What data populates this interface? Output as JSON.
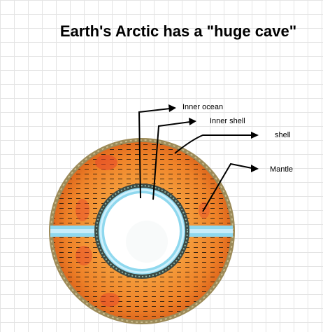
{
  "diagram": {
    "title": "Earth's Arctic has a \"huge cave\"",
    "labels": {
      "inner_ocean": "Inner ocean",
      "inner_shell": "Inner shell",
      "shell": "shell",
      "mantle": "Mantle"
    },
    "colors": {
      "mantle": "#f08a2a",
      "mantle_dark": "#e0621f",
      "hot_spot": "#e8452a",
      "crust": "#9c8a58",
      "ocean": "#8fd8ee",
      "inner_shell": "#3c4a45",
      "hollow": "#ffffff",
      "arrow": "#000000"
    }
  }
}
